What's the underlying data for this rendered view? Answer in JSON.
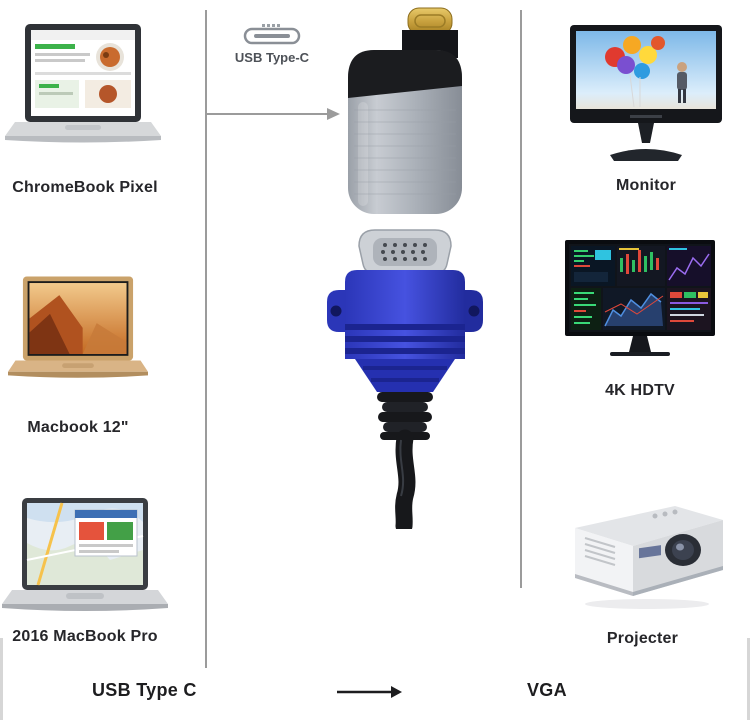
{
  "left_devices": [
    {
      "label": "ChromeBook Pixel"
    },
    {
      "label": "Macbook 12\""
    },
    {
      "label": "2016 MacBook Pro"
    }
  ],
  "right_devices": [
    {
      "label": "Monitor"
    },
    {
      "label": "4K HDTV"
    },
    {
      "label": "Projecter"
    }
  ],
  "center": {
    "usb_c_icon_label": "USB Type-C"
  },
  "footer": {
    "left_label": "USB Type C",
    "right_label": "VGA"
  },
  "colors": {
    "vga_blue": "#3340d4",
    "usb_gold": "#c9a23f",
    "adapter_silver": "#aab0b8",
    "line_gray": "#9b9b9b"
  }
}
